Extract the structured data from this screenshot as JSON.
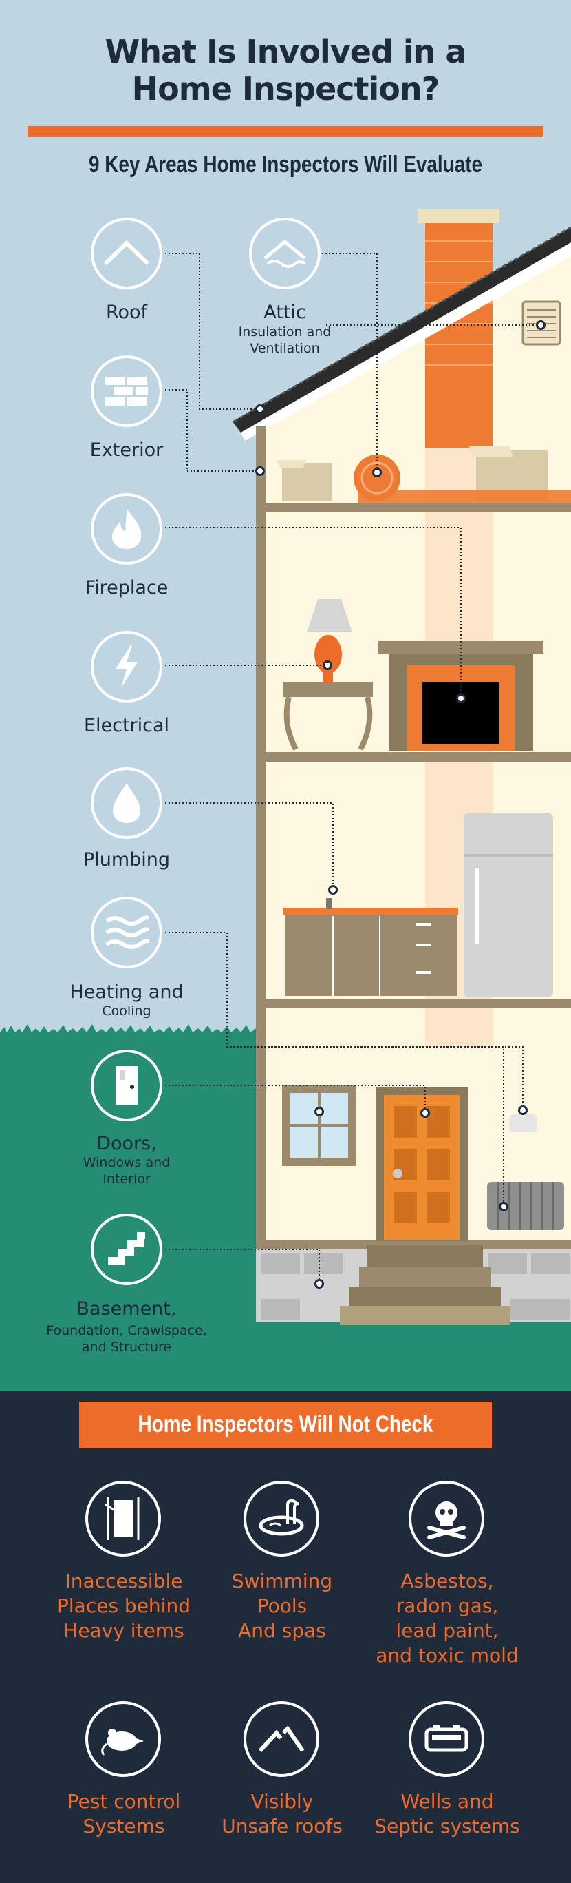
{
  "header": {
    "title_line1": "What Is Involved in a",
    "title_line2": "Home Inspection?",
    "subtitle": "9 Key Areas Home Inspectors Will Evaluate"
  },
  "areas": [
    {
      "label": "Roof",
      "sub": "",
      "icon": "roof-icon"
    },
    {
      "label": "Attic",
      "sub_line1": "Insulation and",
      "sub_line2": "Ventilation",
      "icon": "attic-icon"
    },
    {
      "label": "Exterior",
      "sub": "",
      "icon": "brick-wall-icon"
    },
    {
      "label": "Fireplace",
      "sub": "",
      "icon": "flame-icon"
    },
    {
      "label": "Electrical",
      "sub": "",
      "icon": "lightning-bolt-icon"
    },
    {
      "label": "Plumbing",
      "sub": "",
      "icon": "water-drop-icon"
    },
    {
      "label": "Heating and",
      "sub": "Cooling",
      "icon": "heat-waves-icon"
    },
    {
      "label": "Doors,",
      "sub_line1": "Windows and",
      "sub_line2": "Interior",
      "icon": "door-icon"
    },
    {
      "label": "Basement,",
      "sub_line1": "Foundation, Crawlspace,",
      "sub_line2": "and Structure",
      "icon": "stairs-icon"
    }
  ],
  "not_check": {
    "banner": "Home Inspectors Will Not Check",
    "items": [
      {
        "line1": "Inaccessible",
        "line2": "Places behind",
        "line3": "Heavy items",
        "icon": "heavy-items-icon"
      },
      {
        "line1": "Swimming",
        "line2": "Pools",
        "line3": "And spas",
        "icon": "pool-icon"
      },
      {
        "line1": "Asbestos,",
        "line2": "radon gas,",
        "line3": "lead paint,",
        "line4": "and toxic mold",
        "icon": "skull-icon"
      },
      {
        "line1": "Pest control",
        "line2": "Systems",
        "icon": "rat-icon"
      },
      {
        "line1": "Visibly",
        "line2": "Unsafe roofs",
        "icon": "broken-roof-icon"
      },
      {
        "line1": "Wells and",
        "line2": "Septic systems",
        "icon": "septic-tank-icon"
      }
    ]
  },
  "colors": {
    "sky": "#bfd5e1",
    "navy": "#1e2a3d",
    "orange": "#ee6c2a",
    "grass": "#268d75",
    "wall": "#fff8e1",
    "trim": "#9b8b6c"
  }
}
